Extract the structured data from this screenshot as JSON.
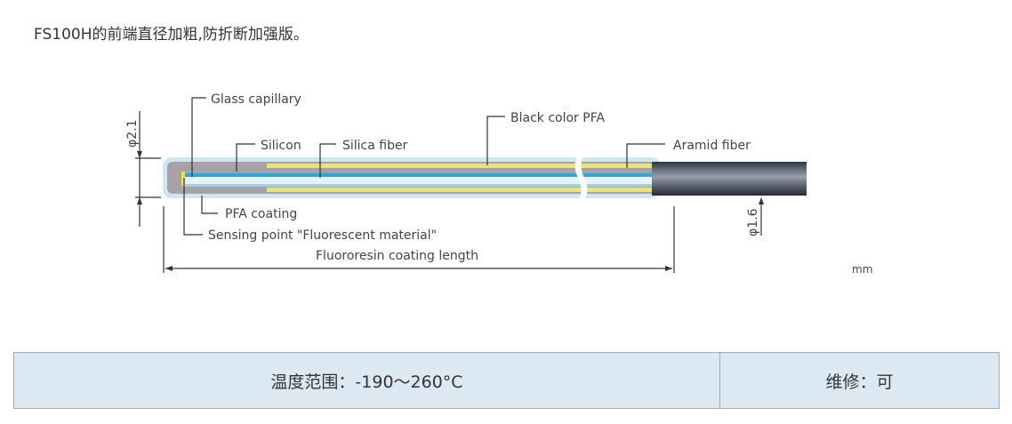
{
  "title": "FS100H的前端直径加粗,防折断加强版。",
  "diagram": {
    "labels": {
      "glass_capillary": "Glass capillary",
      "silicon": "Silicon",
      "silica_fiber": "Silica fiber",
      "black_pfa": "Black color PFA",
      "aramid_fiber": "Aramid fiber",
      "pfa_coating": "PFA coating",
      "sensing_point": "Sensing point \"Fluorescent material\"",
      "coating_length": "Fluororesin coating length"
    },
    "dim_tip": "φ2.1",
    "dim_cable": "φ1.6",
    "unit": "mm",
    "colors": {
      "glow": "#b9dcf0",
      "gray": "#a79ea6",
      "yellow": "#e8e37a",
      "cyan": "#2aa8d8",
      "cable": "#3a4352"
    }
  },
  "table": {
    "temp_range": "温度范围：-190～260°C",
    "repair": "维修：可"
  }
}
